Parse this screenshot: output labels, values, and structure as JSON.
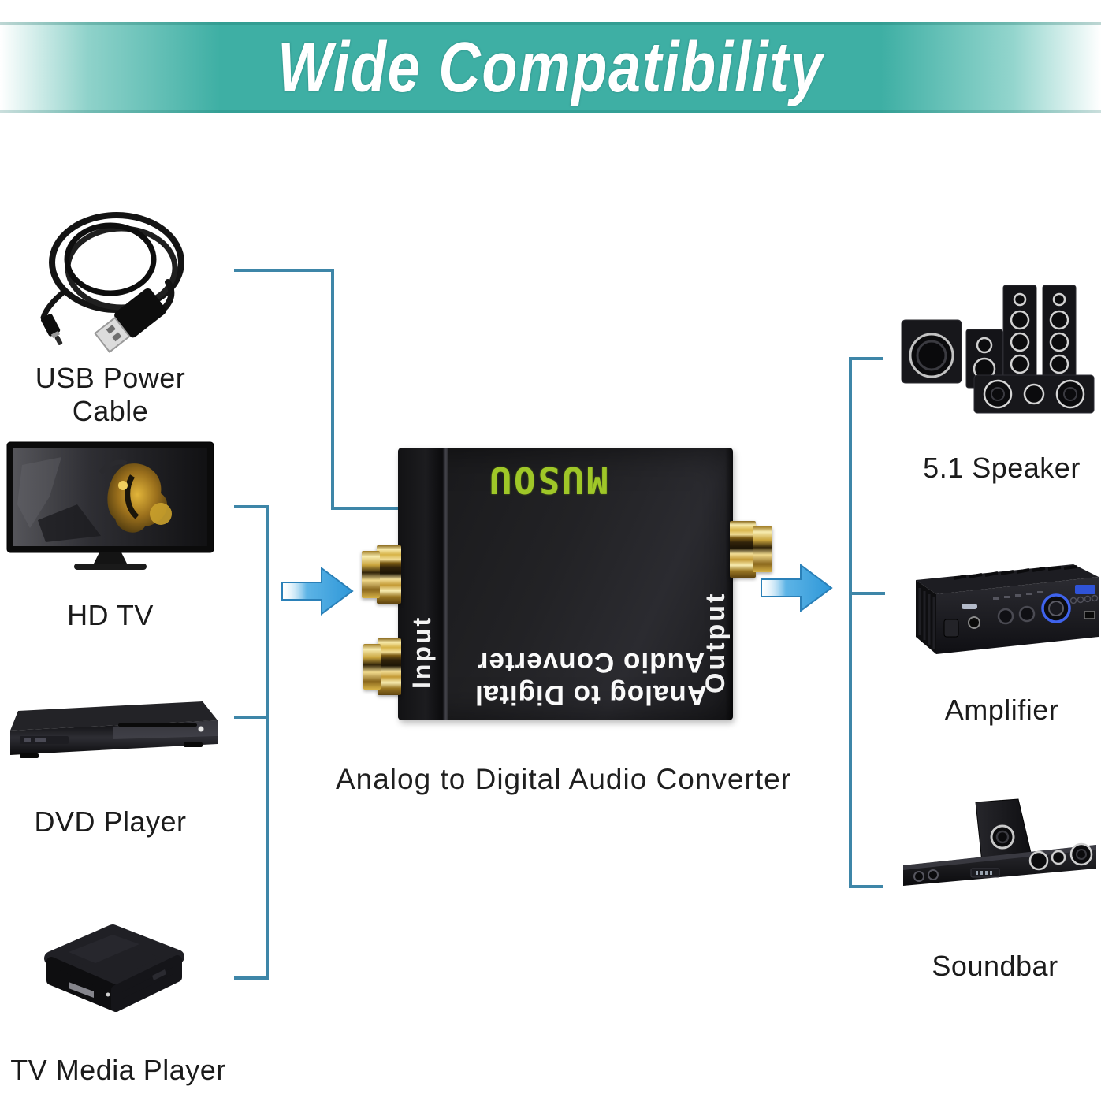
{
  "banner": {
    "title": "Wide Compatibility",
    "bg_color": "#3eafa4",
    "text_color": "#ffffff"
  },
  "caption": "Analog to Digital Audio Converter",
  "source_devices": [
    {
      "label": "USB Power Cable",
      "icon": "usb-power-cable-icon"
    },
    {
      "label": "HD TV",
      "icon": "hd-tv-icon"
    },
    {
      "label": "DVD Player",
      "icon": "dvd-player-icon"
    },
    {
      "label": "TV Media Player",
      "icon": "tv-media-player-icon"
    }
  ],
  "output_devices": [
    {
      "label": "5.1 Speaker",
      "icon": "surround-speaker-set-icon"
    },
    {
      "label": "Amplifier",
      "icon": "amplifier-icon"
    },
    {
      "label": "Soundbar",
      "icon": "soundbar-icon"
    }
  ],
  "converter": {
    "brand": "MUSOU",
    "brand_color": "#9fc728",
    "input_label": "Input",
    "output_label": "Output",
    "panel_line1": "Analog to Digital",
    "panel_line2": "Audio Converter",
    "orientation_note": "device photographed upside down"
  },
  "colors": {
    "connector_line": "#3e86a8",
    "arrow_blue": "#35a3e0",
    "banner_teal": "#3eafa4",
    "jack_gold": "#caa53d"
  }
}
